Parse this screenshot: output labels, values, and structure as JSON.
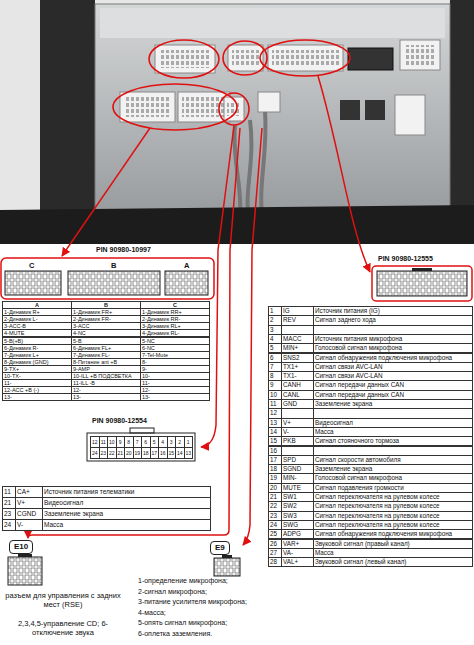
{
  "diagram": {
    "nodes": [
      {
        "text": [
          "E10"
        ]
      },
      {
        "text": [
          "E9"
        ]
      }
    ],
    "labels": [
      "PIN 90980-10997",
      "C",
      "B",
      "A",
      "A",
      "B",
      "C",
      "1-Динамик R+",
      "1-Динамик FR+",
      "1-Динамик RR+",
      "2-Динамик L-",
      "2-Динамик FR-",
      "2-Динамик RR-",
      "3-ACC-B",
      "3-ACC",
      "3-Динамик RL+",
      "4-MUTE",
      "4-NC",
      "4-Динамик RL-",
      "5-B(+B)",
      "5-B",
      "5-NC",
      "6-Динамик R-",
      "6-Динамик FL+",
      "6-NC",
      "7-Динамик L+",
      "7-Динамик FL-",
      "7-Tel-Mute",
      "8-Динамик (GND)",
      "8-Питание ant +B",
      "8-",
      "9-TX+",
      "9-AMP",
      "9-",
      "10-TX-",
      "10-ILL +B ПОДСВЕТКА",
      "10-",
      "11-",
      "11-ILL -B",
      "11-",
      "12-ACC +B (-)",
      "12-",
      "12-",
      "13-",
      "13-",
      "13-",
      "PIN 90980-12555",
      "1",
      "IG",
      "Источник питания (IG)",
      "2",
      "REV",
      "Сигнал заднего хода",
      "3",
      "4",
      "MACC",
      "Источник питания микрофона",
      "5",
      "MIN+",
      "Голосовой сигнал микрофона",
      "6",
      "SNS2",
      "Сигнал обнаружения подключения микрофона",
      "7",
      "TX1+",
      "Сигнал связи AVC-LAN",
      "8",
      "TX1-",
      "Сигнал связи AVC-LAN",
      "9",
      "CANH",
      "Сигнал передачи данных CAN",
      "10",
      "CANL",
      "Сигнал передачи данных CAN",
      "11",
      "GND",
      "Заземление экрана",
      "12",
      "13",
      "V+",
      "Видеосигнал",
      "14",
      "V-",
      "Масса",
      "15",
      "PKB",
      "Сигнал стояночного тормоза",
      "16",
      "17",
      "SPD",
      "Сигнал скорости автомобиля",
      "18",
      "SGND",
      "Заземление экрана",
      "19",
      "MIN-",
      "Голосовой сигнал микрофона",
      "20",
      "MUTE",
      "Сигнал подавления громкости",
      "21",
      "SW1",
      "Сигнал переключателя на рулевом колесе",
      "22",
      "SW2",
      "Сигнал переключателя на рулевом колесе",
      "23",
      "SW3",
      "Сигнал переключателя на рулевом колесе",
      "24",
      "SWG",
      "Сигнал переключателя на рулевом колесе",
      "25",
      "ADPG",
      "Сигнал обнаружения подключения микрофона",
      "26",
      "VAR+",
      "Звуковой сигнал (правый канал)",
      "27",
      "VA-",
      "Масса",
      "28",
      "VAL+",
      "Звуковой сигнал (левый канал)",
      "PIN 90980-12554",
      "12",
      "11",
      "10",
      "9",
      "8",
      "7",
      "6",
      "5",
      "4",
      "3",
      "2",
      "1",
      "24",
      "23",
      "22",
      "21",
      "20",
      "19",
      "18",
      "17",
      "16",
      "15",
      "14",
      "13",
      "11",
      "CA+",
      "Источник питания телематики",
      "21",
      "V+",
      "Видеосигнал",
      "23",
      "CGND",
      "Заземление экрана",
      "24",
      "V-",
      "Масса",
      "разъем для управления с задних мест (RSE)",
      "2,3,4,5-управление CD; 6-отключение звука",
      "1-определение микрофона;",
      "2-сигнал микрофона;",
      "3-питание усилителя микрофона;",
      "4-масса;",
      "5-опять сигнал микрофона;",
      "6-оплетка заземления."
    ]
  }
}
